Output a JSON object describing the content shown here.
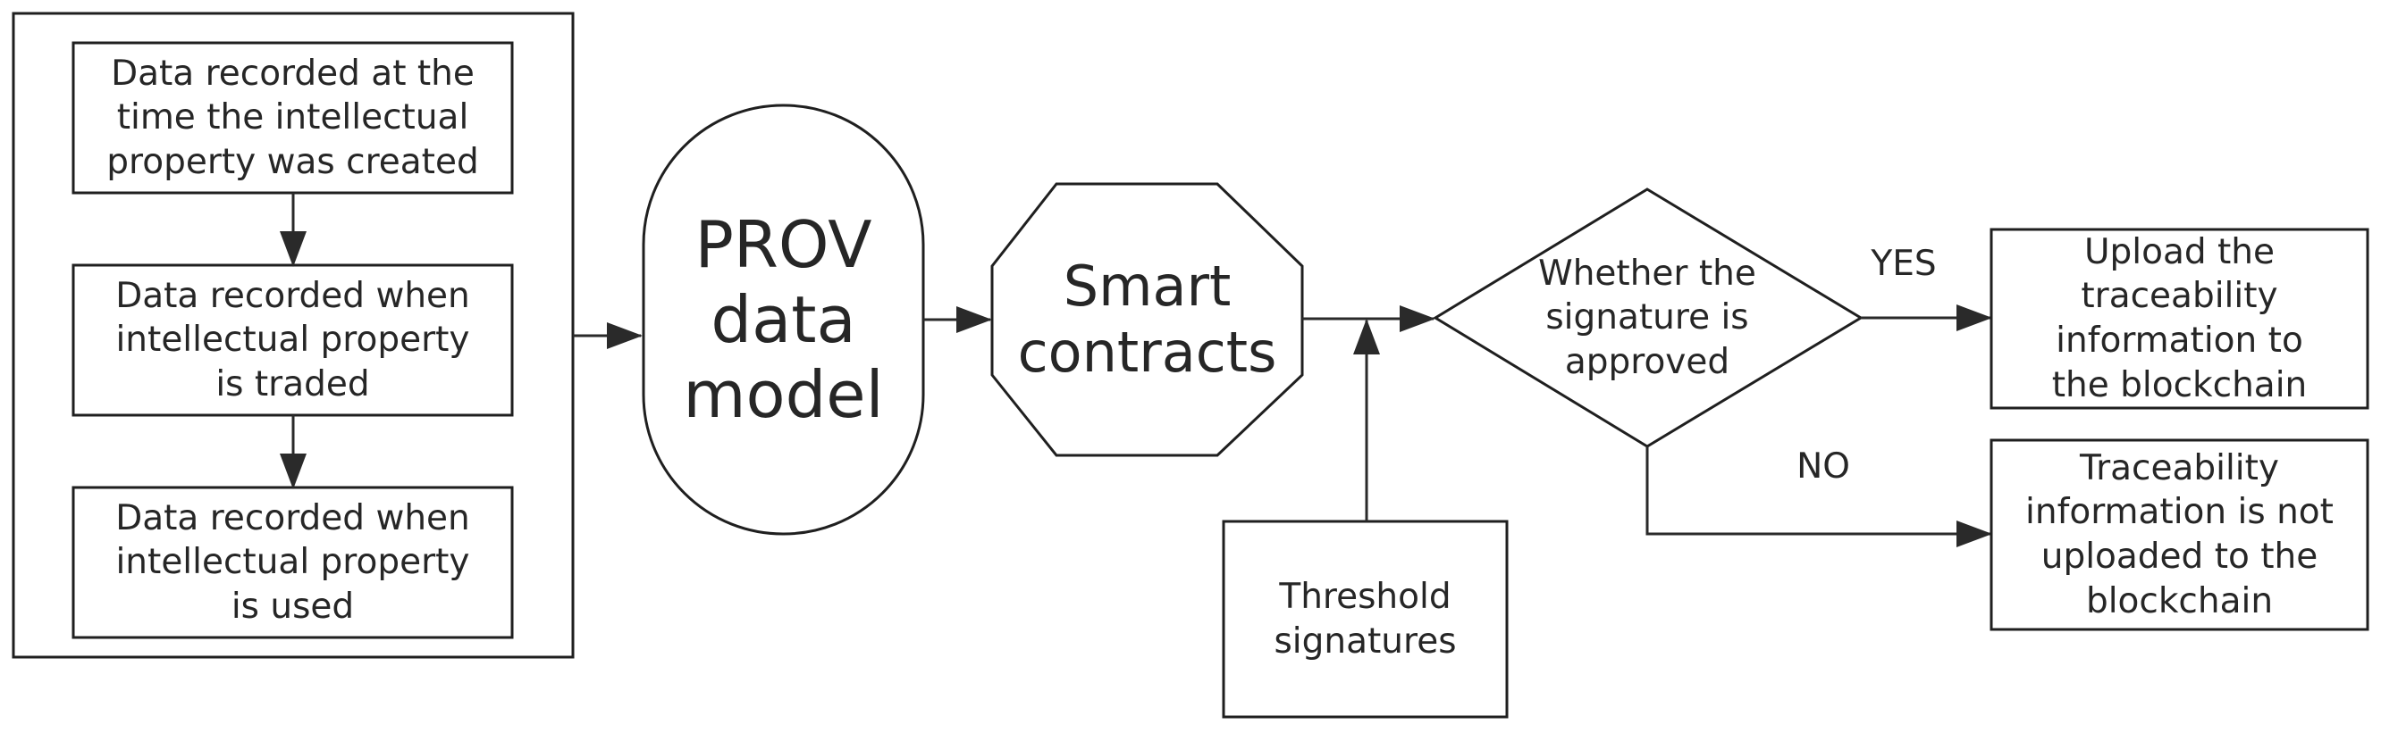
{
  "diagram": {
    "source_group": {
      "items": [
        {
          "text": "Data recorded at the\ntime the intellectual\nproperty was created"
        },
        {
          "text": "Data recorded when\nintellectual property\nis traded"
        },
        {
          "text": "Data recorded when\nintellectual property\nis used"
        }
      ]
    },
    "prov_model": {
      "text": "PROV\ndata\nmodel"
    },
    "smart_contracts": {
      "text": "Smart\ncontracts"
    },
    "threshold": {
      "text": "Threshold\nsignatures"
    },
    "decision": {
      "text": "Whether the\nsignature is\napproved"
    },
    "yes_label": "YES",
    "no_label": "NO",
    "upload": {
      "text": "Upload the\ntraceability\ninformation to\nthe blockchain"
    },
    "not_upload": {
      "text": "Traceability\ninformation is not\nuploaded to the\nblockchain"
    }
  },
  "colors": {
    "stroke": "#1f1f1f",
    "text": "#262626",
    "background": "#ffffff"
  }
}
